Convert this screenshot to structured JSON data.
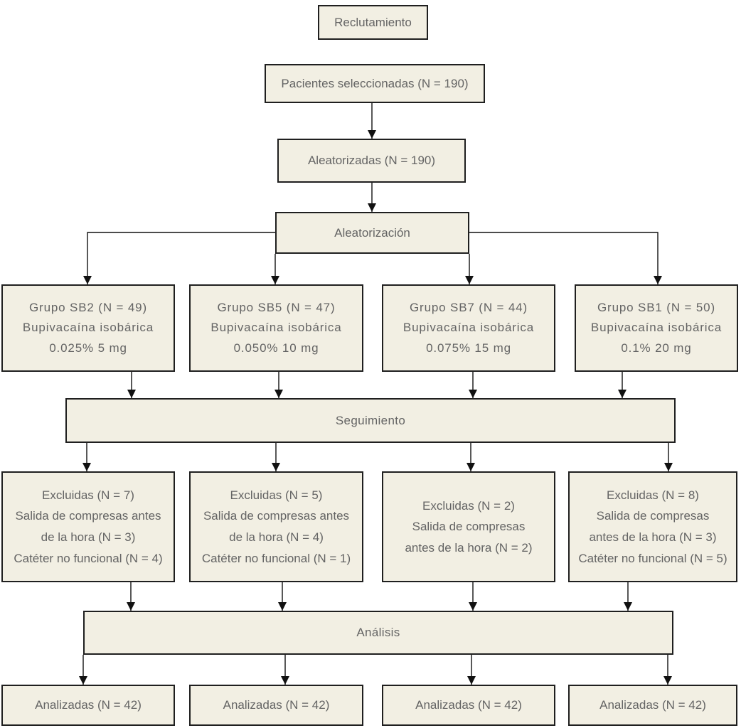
{
  "flowchart": {
    "recruitment_label": "Reclutamiento",
    "selected_label": "Pacientes seleccionadas (N = 190)",
    "randomized_label": "Aleatorizadas (N = 190)",
    "randomization_label": "Aleatorización",
    "followup_label": "Seguimiento",
    "analysis_label": "Análisis",
    "groups": [
      "Grupo SB2 (N = 49)\nBupivacaína isobárica\n0.025% 5 mg",
      "Grupo SB5 (N = 47)\nBupivacaína isobárica\n0.050% 10 mg",
      "Grupo SB7 (N = 44)\nBupivacaína isobárica\n0.075% 15 mg",
      "Grupo SB1 (N = 50)\nBupivacaína isobárica\n0.1% 20 mg"
    ],
    "exclusions": [
      "Excluidas (N = 7)\nSalida de compresas antes\nde la hora (N = 3)\nCatéter no funcional (N = 4)",
      "Excluidas (N = 5)\nSalida de compresas antes\nde la hora (N = 4)\nCatéter no funcional (N = 1)",
      "Excluidas (N = 2)\nSalida de compresas\nantes de la hora (N = 2)",
      "Excluidas (N = 8)\nSalida de compresas\nantes de la hora (N = 3)\nCatéter no funcional (N = 5)"
    ],
    "analyzed": [
      "Analizadas (N = 42)",
      "Analizadas (N = 42)",
      "Analizadas (N = 42)",
      "Analizadas (N = 42)"
    ],
    "colors": {
      "box_fill": "#f2efe3",
      "box_border": "#1f1f1f",
      "text": "#646464",
      "connector": "#111111"
    }
  }
}
